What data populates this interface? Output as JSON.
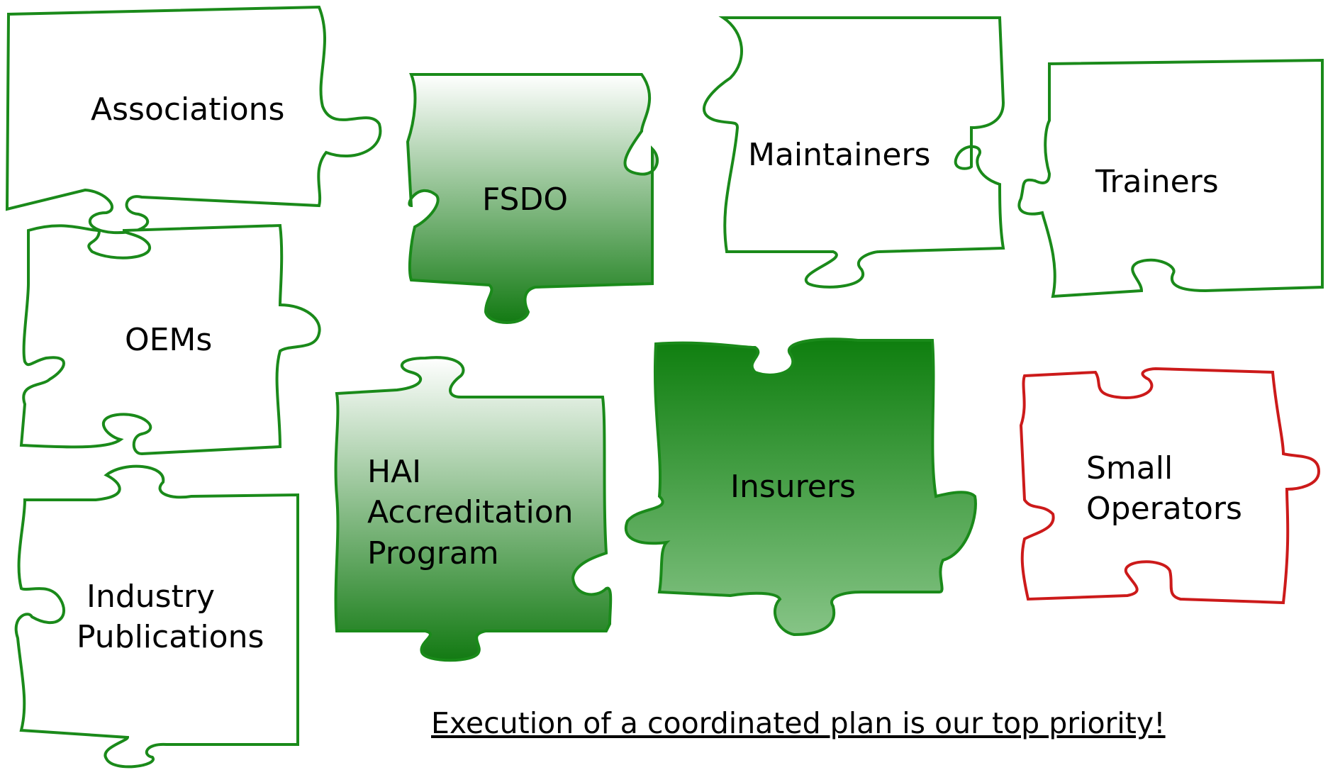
{
  "colors": {
    "green": "#1a8a1a",
    "red": "#cc1a1a",
    "green_dark": "#0f7a0f",
    "green_light": "#7fbf7f"
  },
  "pieces": {
    "associations": {
      "label": "Associations"
    },
    "fsdo": {
      "label": "FSDO"
    },
    "maintainers": {
      "label": "Maintainers"
    },
    "trainers": {
      "label": "Trainers"
    },
    "oems": {
      "label": "OEMs"
    },
    "hai": {
      "label_line1": "HAI",
      "label_line2": "Accreditation",
      "label_line3": "Program"
    },
    "insurers": {
      "label": "Insurers"
    },
    "small_operators": {
      "label_line1": "Small",
      "label_line2": "Operators"
    },
    "industry_publications": {
      "label_line1": "Industry",
      "label_line2": "Publications"
    }
  },
  "footer": {
    "text": "Execution of a coordinated plan is our top priority!"
  }
}
